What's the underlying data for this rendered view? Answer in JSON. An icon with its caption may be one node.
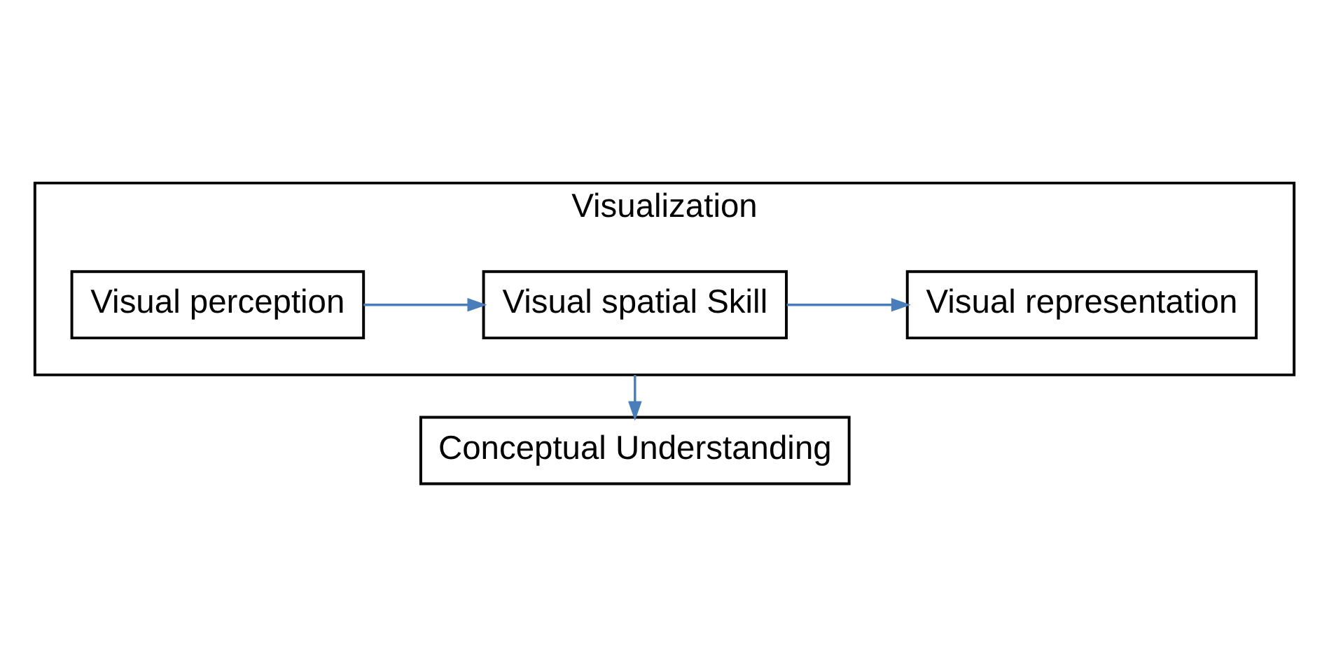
{
  "diagram": {
    "nodes": [
      {
        "text": [
          "Visualization"
        ]
      },
      {
        "text": [
          "Visual perception"
        ],
        "in": 0
      },
      {
        "text": [
          "Visual spatial Skill"
        ],
        "in": 0
      },
      {
        "text": [
          "Visual representation"
        ],
        "in": 0
      },
      {
        "text": [
          "Conceptual Understanding"
        ]
      }
    ],
    "edges": [
      {
        "from": 1,
        "to": 2,
        "arrow": "to"
      },
      {
        "from": 2,
        "to": 3,
        "arrow": "to"
      },
      {
        "from": 0,
        "to": 4,
        "arrow": "to"
      }
    ]
  }
}
